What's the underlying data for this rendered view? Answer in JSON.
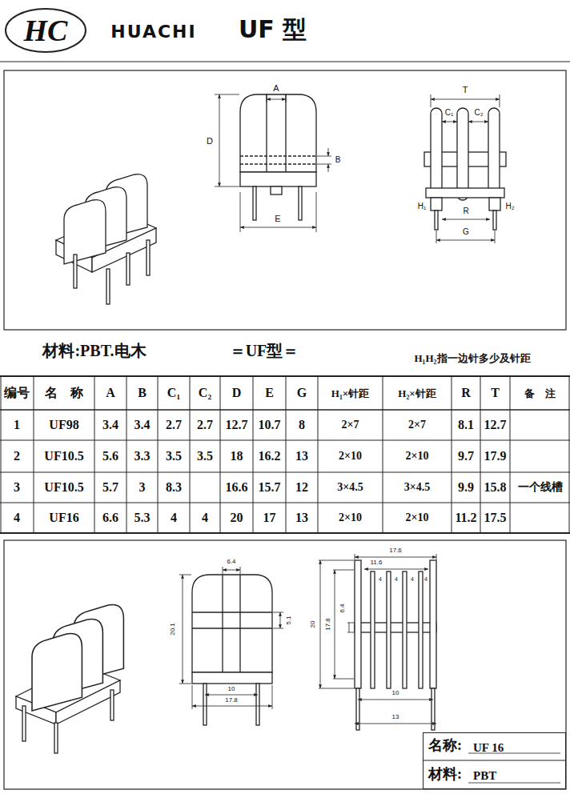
{
  "diagram": {
    "title": "UF 型",
    "nodes": [
      {
        "text": [
          "名称:",
          "UF 16",
          "材料:",
          "PBT"
        ]
      }
    ],
    "labels": [
      "HC",
      "HUACHI",
      "A",
      "D",
      "B",
      "E",
      "T",
      "C₁",
      "C₂",
      "H₁",
      "R",
      "H₂",
      "G",
      "材料:PBT.电木",
      "＝UF型＝",
      "H₁H₂指一边针多少及针距",
      "编号",
      "名　称",
      "A",
      "B",
      "C₁",
      "C₂",
      "D",
      "E",
      "G",
      "H₁×针距",
      "H₂×针距",
      "R",
      "T",
      "备　注",
      "1",
      "UF98",
      "3.4",
      "3.4",
      "2.7",
      "2.7",
      "12.7",
      "10.7",
      "8",
      "2×7",
      "2×7",
      "8.1",
      "12.7",
      "2",
      "UF10.5",
      "5.6",
      "3.3",
      "3.5",
      "3.5",
      "18",
      "16.2",
      "13",
      "2×10",
      "2×10",
      "9.7",
      "17.9",
      "3",
      "UF10.5",
      "5.7",
      "3",
      "8.3",
      "16.6",
      "15.7",
      "12",
      "3×4.5",
      "3×4.5",
      "9.9",
      "15.8",
      "一个线槽",
      "4",
      "UF16",
      "6.6",
      "5.3",
      "4",
      "4",
      "20",
      "17",
      "13",
      "2×10",
      "2×10",
      "11.2",
      "17.5",
      "6.4",
      "20.1",
      "5.1",
      "10",
      "17.8",
      "17.6",
      "11.6",
      "4",
      "4",
      "4",
      "4",
      "20",
      "17.8",
      "6.4",
      "10",
      "13"
    ]
  }
}
